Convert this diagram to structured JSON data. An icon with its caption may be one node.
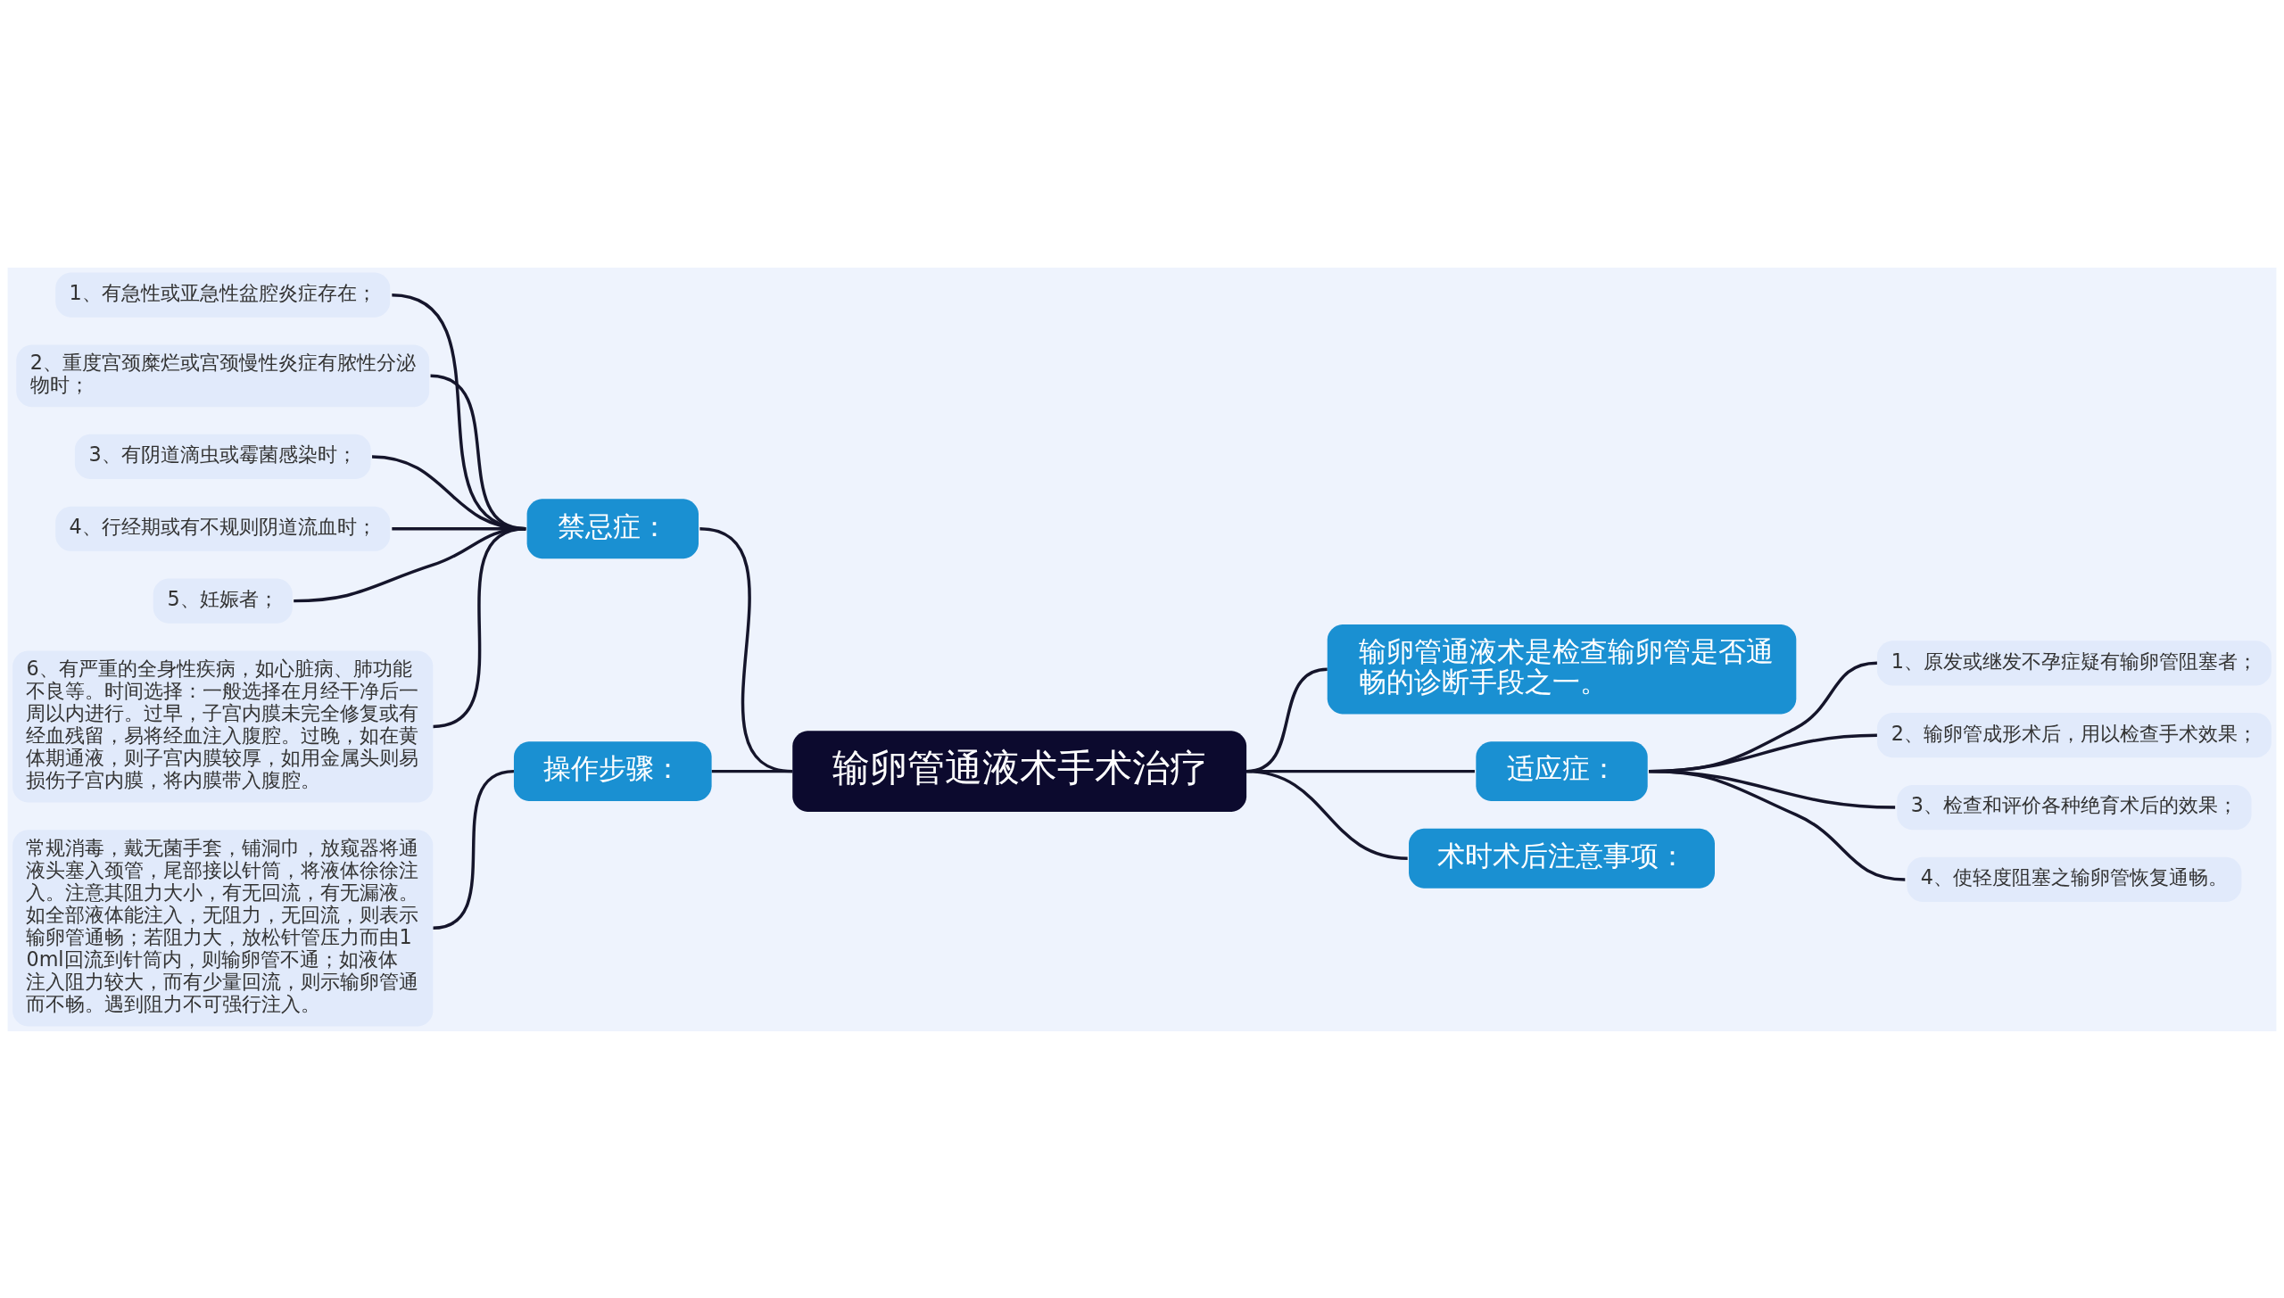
{
  "diagram": {
    "nodes": [
      {
        "text": [
          "输卵管通液术手术治疗"
        ]
      },
      {
        "text": [
          "输卵管通液术是检查输卵管是否通畅的诊断手段之一。"
        ]
      },
      {
        "text": [
          "适应症："
        ]
      },
      {
        "text": [
          "1、原发或继发不孕症疑有输卵管阻塞者；"
        ]
      },
      {
        "text": [
          "2、输卵管成形术后，用以检查手术效果；"
        ]
      },
      {
        "text": [
          "3、检查和评价各种绝育术后的效果；"
        ]
      },
      {
        "text": [
          "4、使轻度阻塞之输卵管恢复通畅。"
        ]
      },
      {
        "text": [
          "术时术后注意事项："
        ]
      },
      {
        "text": [
          "禁忌症："
        ]
      },
      {
        "text": [
          "1、有急性或亚急性盆腔炎症存在；"
        ]
      },
      {
        "text": [
          "2、重度宫颈糜烂或宫颈慢性炎症有脓性分泌物时；"
        ]
      },
      {
        "text": [
          "3、有阴道滴虫或霉菌感染时；"
        ]
      },
      {
        "text": [
          "4、行经期或有不规则阴道流血时；"
        ]
      },
      {
        "text": [
          "5、妊娠者；"
        ]
      },
      {
        "text": [
          "6、有严重的全身性疾病，如心脏病、肺功能不良等。时间选择：一般选择在月经干净后一周以内进行。过早，子宫内膜未完全修复或有经血残留，易将经血注入腹腔。过晚，如在黄体期通液，则子宫内膜较厚，如用金属头则易损伤子宫内膜，将内膜带入腹腔。"
        ]
      },
      {
        "text": [
          "操作步骤："
        ]
      },
      {
        "text": [
          "常规消毒，戴无菌手套，铺洞巾，放窥器将通液头塞入颈管，尾部接以针筒，将液体徐徐注入。注意其阻力大小，有无回流，有无漏液。如全部液体能注入，无阻力，无回流，则表示输卵管通畅；若阻力大，放松针管压力而由10ml回流到针筒内，则输卵管不通；如液体注入阻力较大，而有少量回流，则示输卵管通而不畅。遇到阻力不可强行注入。"
        ]
      }
    ],
    "edges": [
      {
        "from": 0,
        "to": 1,
        "arrow": "none"
      },
      {
        "from": 0,
        "to": 2,
        "arrow": "none"
      },
      {
        "from": 2,
        "to": 3,
        "arrow": "none"
      },
      {
        "from": 2,
        "to": 4,
        "arrow": "none"
      },
      {
        "from": 2,
        "to": 5,
        "arrow": "none"
      },
      {
        "from": 2,
        "to": 6,
        "arrow": "none"
      },
      {
        "from": 0,
        "to": 7,
        "arrow": "none"
      },
      {
        "from": 0,
        "to": 8,
        "arrow": "none"
      },
      {
        "from": 8,
        "to": 9,
        "arrow": "none"
      },
      {
        "from": 8,
        "to": 10,
        "arrow": "none"
      },
      {
        "from": 8,
        "to": 11,
        "arrow": "none"
      },
      {
        "from": 8,
        "to": 12,
        "arrow": "none"
      },
      {
        "from": 8,
        "to": 13,
        "arrow": "none"
      },
      {
        "from": 8,
        "to": 14,
        "arrow": "none"
      },
      {
        "from": 0,
        "to": 15,
        "arrow": "none"
      },
      {
        "from": 15,
        "to": 16,
        "arrow": "none"
      }
    ]
  }
}
